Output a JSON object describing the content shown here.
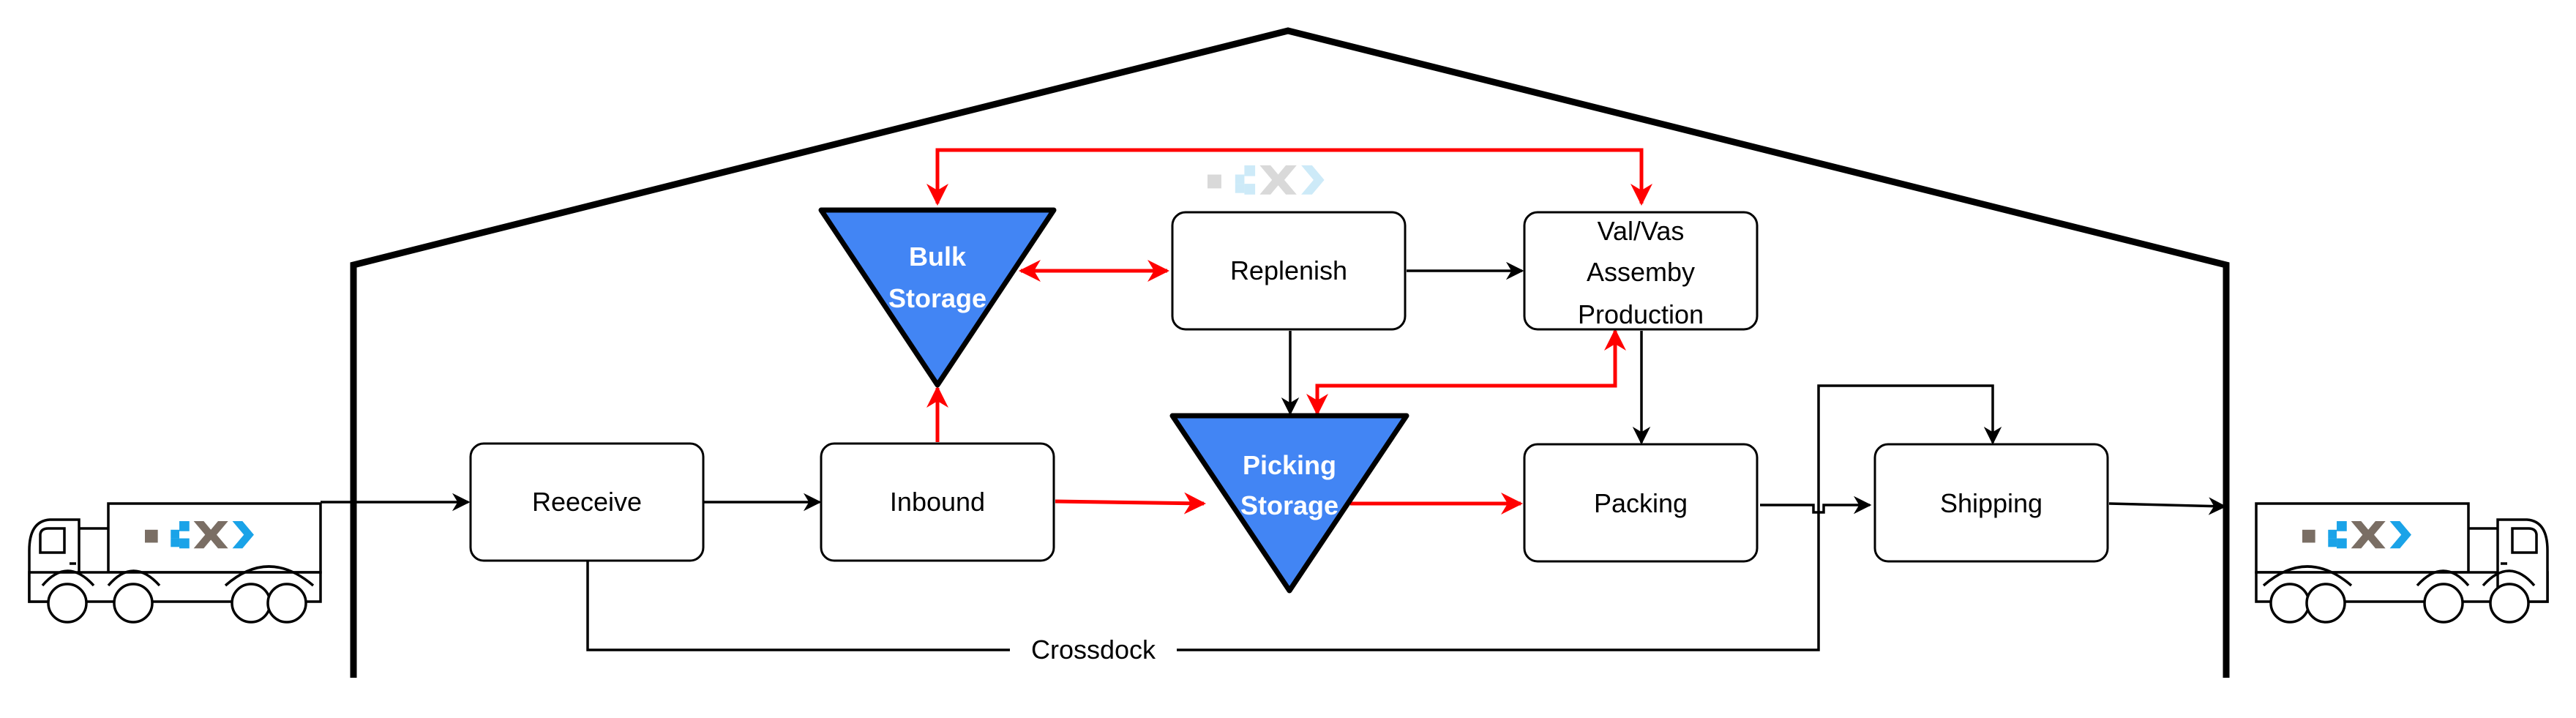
{
  "colors": {
    "black": "#000000",
    "red": "#ff0000",
    "storage_fill": "#4285f4",
    "logo_gray": "#7a6e64",
    "logo_blue": "#1aa3e8",
    "logo_faded_gray": "#d9d9d9",
    "logo_faded_blue": "#cdeaf8"
  },
  "nodes": {
    "receive": "Reeceive",
    "inbound": "Inbound",
    "bulk_storage": [
      "Bulk",
      "Storage"
    ],
    "picking_storage": [
      "Picking",
      "Storage"
    ],
    "replenish": "Replenish",
    "val_vas": [
      "Val/Vas",
      "Assemby",
      "Production"
    ],
    "packing": "Packing",
    "shipping": "Shipping"
  },
  "edges": {
    "crossdock_label": "Crossdock"
  },
  "icons": {
    "left_truck": "truck-icon",
    "right_truck": "truck-icon",
    "logo": "company-logo"
  }
}
